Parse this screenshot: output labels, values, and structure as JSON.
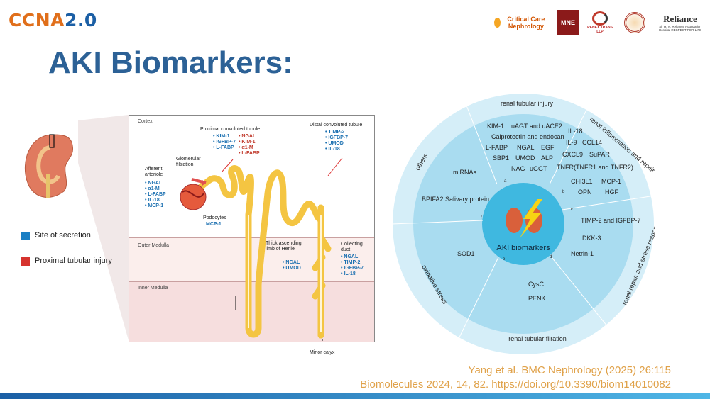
{
  "header": {
    "logo_ccna": "CCNA",
    "logo_version": "2.0",
    "partner_logos": [
      "Critical Care Nephrology",
      "MNE",
      "RENEX TRANS LLP",
      "",
      "Reliance"
    ],
    "partner_small": [
      "",
      "",
      "",
      "",
      "Sir H. N. Reliance Foundation Hospital RESPECT FOR LIFE"
    ]
  },
  "slide": {
    "title": "AKI Biomarkers:"
  },
  "legend": {
    "items": [
      {
        "label": "Site of secretion",
        "color": "#1a7fc4"
      },
      {
        "label": "Proximal tubular injury",
        "color": "#d6332e"
      }
    ]
  },
  "nephron": {
    "zones": [
      "Cortex",
      "Outer Medulla",
      "Inner Medulla"
    ],
    "proximal_title": "Proximal convoluted tubule",
    "proximal_blue": [
      "KIM-1",
      "IGFBP-7",
      "L-FABP"
    ],
    "proximal_red": [
      "NGAL",
      "KIM-1",
      "α1-M",
      "L-FABP"
    ],
    "distal_title": "Distal convoluted tubule",
    "distal_blue": [
      "TIMP-2",
      "IGFBP-7",
      "UMOD",
      "IL-18"
    ],
    "glomerular": "Glomerular filtration",
    "afferent": "Afferent arteriole",
    "afferent_list": [
      "NGAL",
      "α1-M",
      "L-FABP",
      "IL-18",
      "MCP-1"
    ],
    "podocytes": "Podocytes",
    "podocytes_marker": "MCP-1",
    "henle": "Thick ascending limb of Henle",
    "henle_list": [
      "NGAL",
      "UMOD"
    ],
    "collecting": "Collecting duct",
    "collecting_list": [
      "NGAL",
      "TIMP-2",
      "IGFBP-7",
      "IL-18"
    ],
    "minor_calyx": "Minor calyx"
  },
  "circle": {
    "center": "AKI biomarkers",
    "sectors": {
      "renal_tubular_injury": "renal tubular injury",
      "renal_inflammation": "renal inflammation and repair",
      "renal_repair": "renal repair and stress response",
      "renal_filtration": "renal tubular filration",
      "oxidative": "oxidative stress",
      "others": "others"
    },
    "letters": [
      "a",
      "b",
      "c",
      "d",
      "e",
      "f"
    ],
    "tubular_markers": [
      "KIM-1",
      "uAGT and uACE2",
      "Calprotectin and endocan",
      "L-FABP",
      "NGAL",
      "EGF",
      "SBP1",
      "UMOD",
      "ALP",
      "NAG",
      "uGGT"
    ],
    "inflammation_markers": [
      "IL-18",
      "IL-9",
      "CCL14",
      "CXCL9",
      "SuPAR",
      "TNFR(TNFR1 and TNFR2)",
      "CHI3L1",
      "MCP-1",
      "OPN",
      "HGF"
    ],
    "repair_markers": [
      "TIMP-2 and IGFBP-7",
      "DKK-3",
      "Netrin-1"
    ],
    "filtration_markers": [
      "CysC",
      "PENK"
    ],
    "oxidative_markers": [
      "SOD1"
    ],
    "others_markers": [
      "miRNAs",
      "BPIFA2 Salivary protein"
    ]
  },
  "references": [
    "Yang et al. BMC Nephrology (2025) 26:115",
    "Biomolecules 2024, 14, 82. https://doi.org/10.3390/biom14010082"
  ],
  "colors": {
    "title": "#2c6196",
    "ccna_orange": "#e06f1b",
    "ccna_blue": "#1b5fa5",
    "reference": "#e0a24a",
    "circle_outer": "#d5eef8",
    "circle_mid": "#a9dcf0",
    "circle_inner": "#3fb8e0"
  }
}
